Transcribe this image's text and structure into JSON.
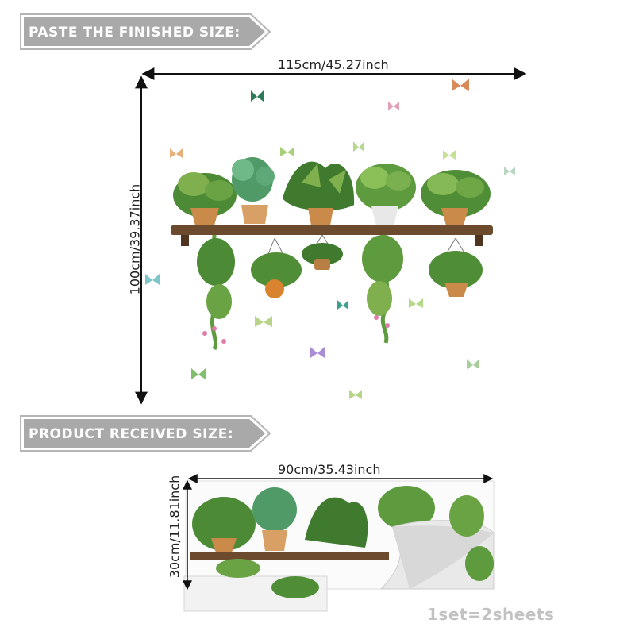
{
  "banner_top": {
    "label": "PASTE THE FINISHED SIZE:"
  },
  "banner_bottom": {
    "label": "PRODUCT RECEIVED SIZE:"
  },
  "finished_size": {
    "width_label": "115cm/45.27inch",
    "height_label": "100cm/39.37inch"
  },
  "received_size": {
    "width_label": "90cm/35.43inch",
    "height_label": "30cm/11.81inch"
  },
  "set_note": "1set=2sheets",
  "colors": {
    "banner_fill": "#a9a9a9",
    "leaf_dark": "#3f7a2e",
    "leaf_light": "#7fb04d",
    "shelf": "#6b4a2e",
    "pot": "#c98a4a"
  }
}
